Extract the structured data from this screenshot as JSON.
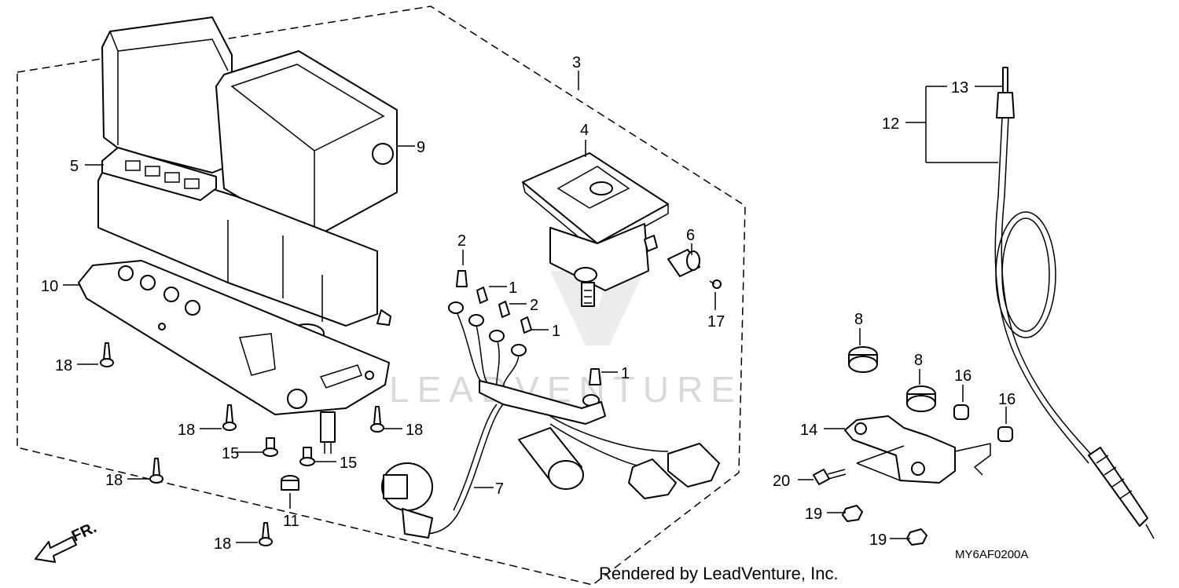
{
  "watermark": "LEADVENTURE",
  "footer": {
    "rendered_by": "Rendered by LeadVenture, Inc.",
    "diagram_code": "MY6AF0200A"
  },
  "direction": {
    "label": "FR."
  },
  "callouts": {
    "c1a": "1",
    "c1b": "1",
    "c1c": "1",
    "c2a": "2",
    "c2b": "2",
    "c3": "3",
    "c4": "4",
    "c5": "5",
    "c6": "6",
    "c7": "7",
    "c8a": "8",
    "c8b": "8",
    "c9": "9",
    "c10": "10",
    "c11": "11",
    "c12": "12",
    "c13": "13",
    "c14": "14",
    "c15a": "15",
    "c15b": "15",
    "c16a": "16",
    "c16b": "16",
    "c17": "17",
    "c18a": "18",
    "c18b": "18",
    "c18c": "18",
    "c18d": "18",
    "c18e": "18",
    "c19a": "19",
    "c19b": "19",
    "c20": "20"
  },
  "colors": {
    "line": "#000000",
    "watermark": "#d9d9d9",
    "background": "#ffffff"
  }
}
